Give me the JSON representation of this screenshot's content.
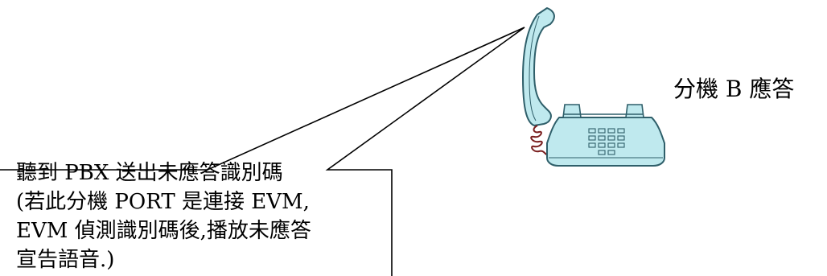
{
  "callout": {
    "lines": [
      "聽到 PBX 送出未應答識別碼",
      "(若此分機 PORT 是連接 EVM,",
      "EVM 偵測識別碼後,播放未應答",
      "宣告語音.)"
    ]
  },
  "extension_label": "分機 B  應答",
  "colors": {
    "phone_body": "#bfe9ee",
    "phone_outline": "#2f5f6a",
    "cord": "#7a1f1f",
    "line": "#000000"
  },
  "icons": {
    "phone": "telephone-icon",
    "handset": "handset-icon",
    "keypad": "keypad-icon"
  }
}
